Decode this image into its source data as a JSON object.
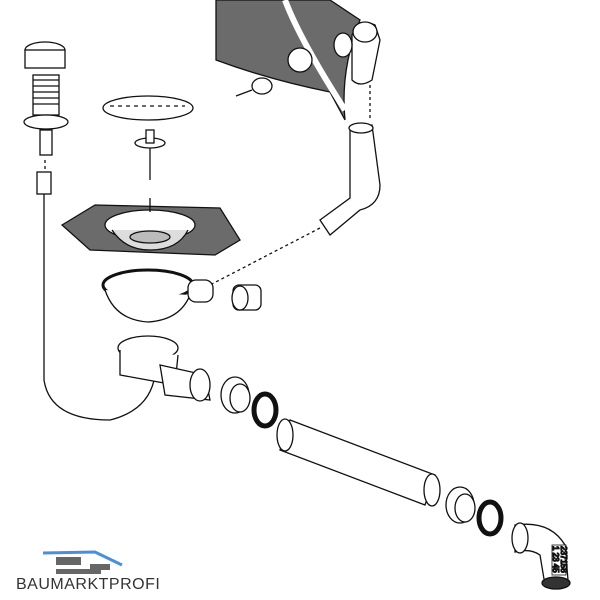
{
  "diagram": {
    "elbow_label": {
      "line1": "237158",
      "line2": "1 23 45"
    }
  },
  "logo": {
    "text": "BAUMARKTPROFI"
  },
  "colors": {
    "outline": "#111111",
    "sink_panel": "#6b6b6b",
    "logo_blue": "#4a90d9",
    "logo_gray": "#666666"
  }
}
